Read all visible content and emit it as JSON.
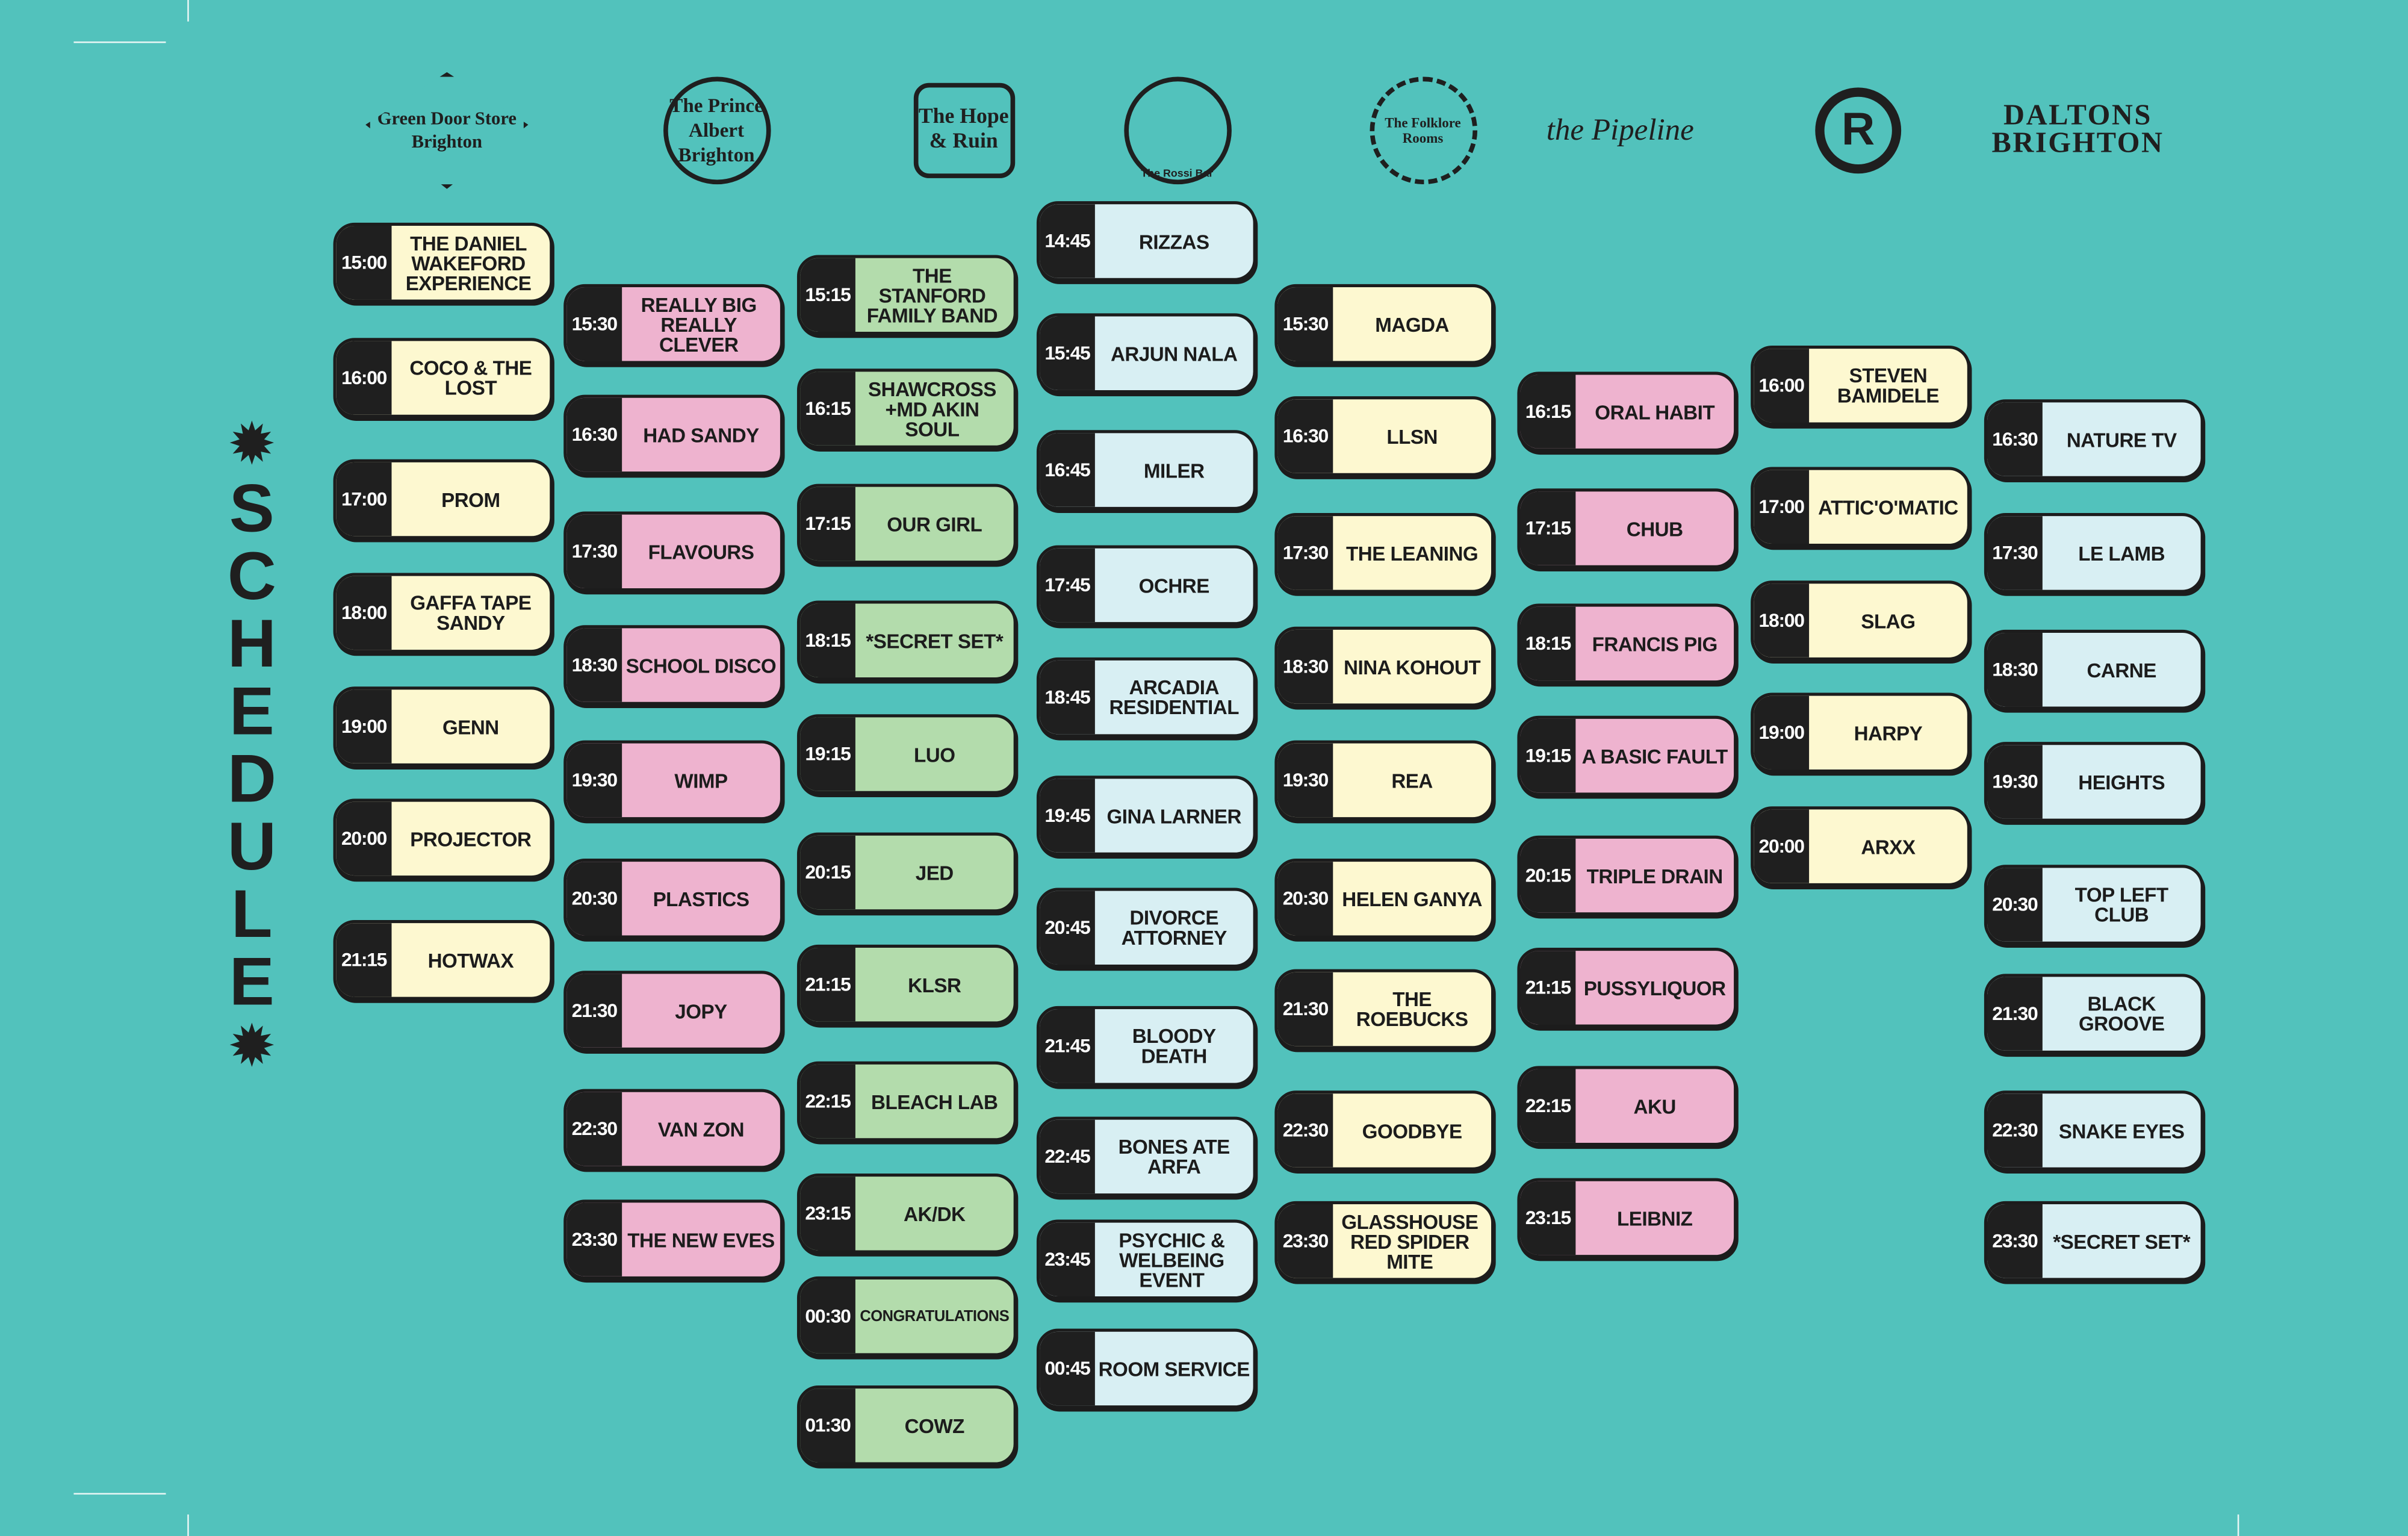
{
  "title": "SCHEDULE",
  "icons": {
    "sun_top": "sun-icon",
    "sun_bottom": "sun-icon"
  },
  "venues": [
    {
      "name": "Green Door Store Brighton",
      "color": "#fdf8d0",
      "items": [
        {
          "time": "15:00",
          "act": "THE DANIEL WAKEFORD EXPERIENCE"
        },
        {
          "time": "16:00",
          "act": "COCO & THE LOST"
        },
        {
          "time": "17:00",
          "act": "PROM"
        },
        {
          "time": "18:00",
          "act": "GAFFA TAPE SANDY"
        },
        {
          "time": "19:00",
          "act": "GENN"
        },
        {
          "time": "20:00",
          "act": "PROJECTOR"
        },
        {
          "time": "21:15",
          "act": "HOTWAX"
        }
      ]
    },
    {
      "name": "The Prince Albert Brighton",
      "color": "#eeb3cf",
      "items": [
        {
          "time": "15:30",
          "act": "REALLY BIG REALLY CLEVER"
        },
        {
          "time": "16:30",
          "act": "HAD SANDY"
        },
        {
          "time": "17:30",
          "act": "FLAVOURS"
        },
        {
          "time": "18:30",
          "act": "SCHOOL DISCO"
        },
        {
          "time": "19:30",
          "act": "WIMP"
        },
        {
          "time": "20:30",
          "act": "PLASTICS"
        },
        {
          "time": "21:30",
          "act": "JOPY"
        },
        {
          "time": "22:30",
          "act": "VAN ZON"
        },
        {
          "time": "23:30",
          "act": "THE NEW EVES"
        }
      ]
    },
    {
      "name": "The Hope & Ruin",
      "color": "#b3dcac",
      "items": [
        {
          "time": "15:15",
          "act": "THE STANFORD FAMILY BAND"
        },
        {
          "time": "16:15",
          "act": "SHAWCROSS +MD AKIN SOUL"
        },
        {
          "time": "17:15",
          "act": "OUR GIRL"
        },
        {
          "time": "18:15",
          "act": "*SECRET SET*"
        },
        {
          "time": "19:15",
          "act": "LUO"
        },
        {
          "time": "20:15",
          "act": "JED"
        },
        {
          "time": "21:15",
          "act": "KLSR"
        },
        {
          "time": "22:15",
          "act": "BLEACH LAB"
        },
        {
          "time": "23:15",
          "act": "AK/DK"
        },
        {
          "time": "00:30",
          "act": "CONGRATULATIONS"
        },
        {
          "time": "01:30",
          "act": "COWZ"
        }
      ]
    },
    {
      "name": "The Rossi Bar",
      "color": "#d8eff3",
      "items": [
        {
          "time": "14:45",
          "act": "RIZZAS"
        },
        {
          "time": "15:45",
          "act": "ARJUN NALA"
        },
        {
          "time": "16:45",
          "act": "MILER"
        },
        {
          "time": "17:45",
          "act": "OCHRE"
        },
        {
          "time": "18:45",
          "act": "ARCADIA RESIDENTIAL"
        },
        {
          "time": "19:45",
          "act": "GINA LARNER"
        },
        {
          "time": "20:45",
          "act": "DIVORCE ATTORNEY"
        },
        {
          "time": "21:45",
          "act": "BLOODY DEATH"
        },
        {
          "time": "22:45",
          "act": "BONES ATE ARFA"
        },
        {
          "time": "23:45",
          "act": "PSYCHIC & WELBEING EVENT"
        },
        {
          "time": "00:45",
          "act": "ROOM SERVICE"
        }
      ]
    },
    {
      "name": "The Folklore Rooms",
      "color": "#fdf8d0",
      "items": [
        {
          "time": "15:30",
          "act": "MAGDA"
        },
        {
          "time": "16:30",
          "act": "LLSN"
        },
        {
          "time": "17:30",
          "act": "THE LEANING"
        },
        {
          "time": "18:30",
          "act": "NINA KOHOUT"
        },
        {
          "time": "19:30",
          "act": "REA"
        },
        {
          "time": "20:30",
          "act": "HELEN GANYA"
        },
        {
          "time": "21:30",
          "act": "THE ROEBUCKS"
        },
        {
          "time": "22:30",
          "act": "GOODBYE"
        },
        {
          "time": "23:30",
          "act": "GLASSHOUSE RED SPIDER MITE"
        }
      ]
    },
    {
      "name": "the Pipeline",
      "color": "#eeb3cf",
      "items": [
        {
          "time": "16:15",
          "act": "ORAL HABIT"
        },
        {
          "time": "17:15",
          "act": "CHUB"
        },
        {
          "time": "18:15",
          "act": "FRANCIS PIG"
        },
        {
          "time": "19:15",
          "act": "A BASIC FAULT"
        },
        {
          "time": "20:15",
          "act": "TRIPLE DRAIN"
        },
        {
          "time": "21:15",
          "act": "PUSSYLIQUOR"
        },
        {
          "time": "22:15",
          "act": "AKU"
        },
        {
          "time": "23:15",
          "act": "LEIBNIZ"
        }
      ]
    },
    {
      "name": "R",
      "color": "#fdf8d0",
      "items": [
        {
          "time": "16:00",
          "act": "STEVEN BAMIDELE"
        },
        {
          "time": "17:00",
          "act": "ATTIC'O'MATIC"
        },
        {
          "time": "18:00",
          "act": "SLAG"
        },
        {
          "time": "19:00",
          "act": "HARPY"
        },
        {
          "time": "20:00",
          "act": "ARXX"
        }
      ]
    },
    {
      "name": "DALTONS BRIGHTON",
      "color": "#d8eff3",
      "items": [
        {
          "time": "16:30",
          "act": "NATURE TV"
        },
        {
          "time": "17:30",
          "act": "LE LAMB"
        },
        {
          "time": "18:30",
          "act": "CARNE"
        },
        {
          "time": "19:30",
          "act": "HEIGHTS"
        },
        {
          "time": "20:30",
          "act": "TOP LEFT CLUB"
        },
        {
          "time": "21:30",
          "act": "BLACK GROOVE"
        },
        {
          "time": "22:30",
          "act": "SNAKE EYES"
        },
        {
          "time": "23:30",
          "act": "*SECRET SET*"
        }
      ]
    }
  ]
}
